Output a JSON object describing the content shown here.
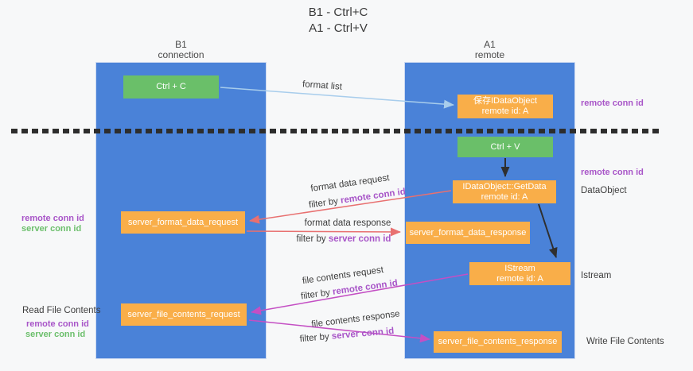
{
  "title": {
    "line1": "B1 - Ctrl+C",
    "line2": "A1 - Ctrl+V"
  },
  "lanes": {
    "left": {
      "title": "B1",
      "subtitle": "connection"
    },
    "right": {
      "title": "A1",
      "subtitle": "remote"
    }
  },
  "nodes": {
    "ctrl_c": {
      "label": "Ctrl + C"
    },
    "save_dataobject": {
      "line1": "保存IDataObject",
      "line2": "remote id: A"
    },
    "ctrl_v": {
      "label": "Ctrl + V"
    },
    "getdata": {
      "line1": "IDataObject::GetData",
      "line2": "remote id: A"
    },
    "server_format_data_request": {
      "label": "server_format_data_request"
    },
    "server_format_data_response": {
      "label": "server_format_data_response"
    },
    "istream": {
      "line1": "IStream",
      "line2": "remote id: A"
    },
    "server_file_contents_request": {
      "label": "server_file_contents_request"
    },
    "server_file_contents_response": {
      "label": "server_file_contents_response"
    }
  },
  "edge_labels": {
    "format_list": "format list",
    "format_data_request": "format data request",
    "format_data_response": "format data response",
    "file_contents_request": "file contents request",
    "file_contents_response": "file contents response",
    "filter_by": "filter by ",
    "remote_conn_id": "remote conn id",
    "server_conn_id": "server conn id"
  },
  "side_labels": {
    "remote_conn_id": "remote conn id",
    "server_conn_id": "server conn id",
    "dataobject": "DataObject",
    "istream": "Istream",
    "read_file_contents": "Read File Contents",
    "write_file_contents": "Write File Contents"
  },
  "colors": {
    "lane_blue": "#4a82d8",
    "node_orange": "#f9ae49",
    "node_green": "#6abf69",
    "arrow_lightblue": "#a8cdec",
    "arrow_red": "#e87070",
    "arrow_magenta": "#c44fc4",
    "arrow_black": "#2f2f2f",
    "text_purple": "#a855c8",
    "text_green": "#6cbf6c"
  }
}
